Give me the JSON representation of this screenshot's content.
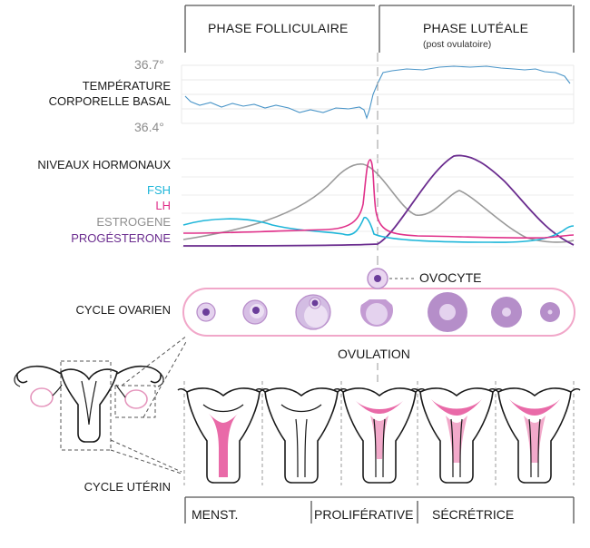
{
  "phases": {
    "follicular": "PHASE FOLLICULAIRE",
    "luteal": "PHASE LUTÉALE",
    "luteal_note": "(post ovulatoire)"
  },
  "temperature": {
    "label_line1": "TEMPÉRATURE",
    "label_line2": "CORPORELLE BASAL",
    "max": "36.7°",
    "min": "36.4°"
  },
  "hormones": {
    "title": "NIVEAUX HORMONAUX",
    "fsh": "FSH",
    "lh": "LH",
    "estrogen": "ESTROGENE",
    "progesterone": "PROGÉSTERONE"
  },
  "ovarian": {
    "label": "CYCLE OVARIEN",
    "oocyte": "OVOCYTE",
    "ovulation": "OVULATION"
  },
  "uterine": {
    "label": "CYCLE UTÉRIN",
    "phases": [
      "MENST.",
      "PROLIFÉRATIVE",
      "SÉCRÉTRICE"
    ]
  },
  "colors": {
    "fsh": "#1fb6d9",
    "lh": "#e0318a",
    "estrogen": "#9a9a9a",
    "progesterone": "#6b2d8f",
    "temperature": "#4a95c8",
    "ovary_pink": "#f1a7c9",
    "follicle_purple": "#b98fcb",
    "uterus_pink": "#e96aa8"
  },
  "icons": {
    "uterus_overview": "uterus-anatomy-icon",
    "uterus_stage": "uterus-stage-icon"
  }
}
